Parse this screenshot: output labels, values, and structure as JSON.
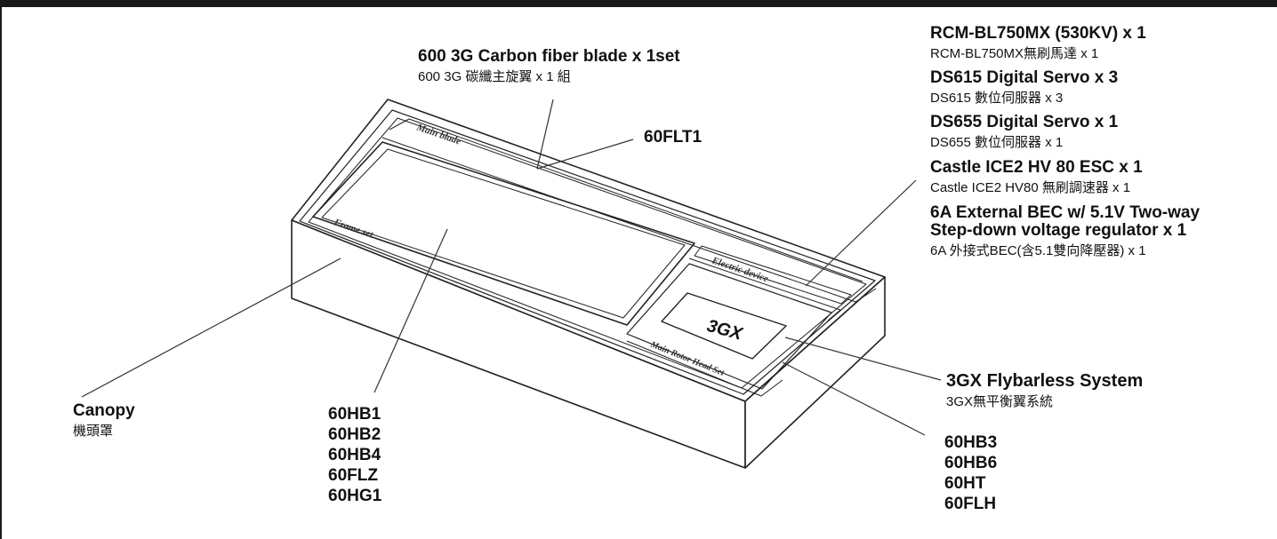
{
  "diagram": {
    "box_texts": {
      "main_blade": "Main blade",
      "frame_set": "Frame set",
      "electric_device": "Electric device",
      "main_rotor_head_set": "Main Rotor Head Set",
      "logo": "3GX"
    },
    "blade": {
      "en": "600 3G Carbon fiber blade x 1set",
      "zh": "600 3G 碳纖主旋翼 x 1 組"
    },
    "flt1": "60FLT1",
    "canopy": {
      "en": "Canopy",
      "zh": "機頭罩"
    },
    "frame_codes": [
      "60HB1",
      "60HB2",
      "60HB4",
      "60FLZ",
      "60HG1"
    ],
    "electronics": [
      {
        "en": "RCM-BL750MX  (530KV) x 1",
        "zh": "RCM-BL750MX無刷馬達 x 1"
      },
      {
        "en": "DS615 Digital Servo x 3",
        "zh": "DS615 數位伺服器 x 3"
      },
      {
        "en": "DS655 Digital Servo x 1",
        "zh": "DS655 數位伺服器 x 1"
      },
      {
        "en": "Castle ICE2 HV 80 ESC x 1",
        "zh": "Castle ICE2 HV80 無刷調速器 x 1"
      }
    ],
    "bec": {
      "en1": "6A External BEC w/ 5.1V Two-way",
      "en2": "Step-down voltage regulator x 1",
      "zh": "6A 外接式BEC(含5.1雙向降壓器) x 1"
    },
    "flybarless": {
      "en": "3GX Flybarless System",
      "zh": "3GX無平衡翼系統"
    },
    "head_codes": [
      "60HB3",
      "60HB6",
      "60HT",
      "60FLH"
    ]
  }
}
